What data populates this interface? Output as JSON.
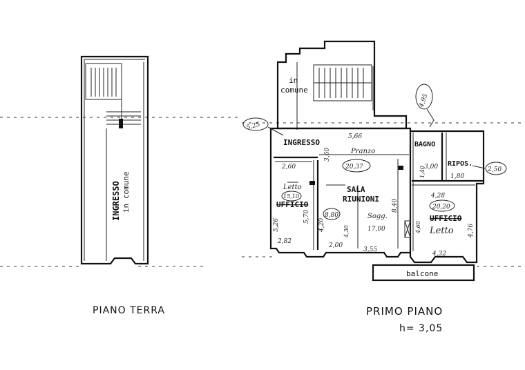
{
  "ground_floor": {
    "label_main": "INGRESSO",
    "label_sub": "in comune",
    "caption": "PIANO TERRA"
  },
  "first_floor": {
    "caption": "PRIMO PIANO",
    "height_note": "h= 3,05",
    "shared_stair_line1": "in",
    "shared_stair_line2": "comune",
    "balcony": "balcone",
    "rooms": {
      "entrance": "INGRESSO",
      "bathroom": "BAGNO",
      "storage": "RIPOS.",
      "meeting_line1": "SALA",
      "meeting_line2": "RIUNIONI",
      "office_left": "UFFICIO",
      "office_right": "UFFICIO",
      "hand_ufficio_left": "Letto",
      "hand_pranzo": "Pranzo",
      "hand_sogg": "Sogg.",
      "hand_letto_right": "Letto"
    },
    "measures": {
      "m_525": "5,25",
      "m_566": "5,66",
      "m_360": "3,60",
      "m_2037": "20,37",
      "m_260": "2,60",
      "m_1510": "15,10",
      "m_495": "4,95",
      "m_300": "3,00",
      "m_140": "1,40",
      "m_180": "1,80",
      "m_250": "2,50",
      "m_428": "4,28",
      "m_2020": "20,20",
      "m_476": "4,76",
      "m_526": "5,26",
      "m_570": "5,70",
      "m_420": "4,20",
      "m_880": "8,80",
      "m_430": "4,30",
      "m_1700": "17,00",
      "m_840": "8,40",
      "m_460": "4,60",
      "m_282": "2,82",
      "m_200": "2,00",
      "m_355": "3,55",
      "m_432": "4,32"
    }
  }
}
